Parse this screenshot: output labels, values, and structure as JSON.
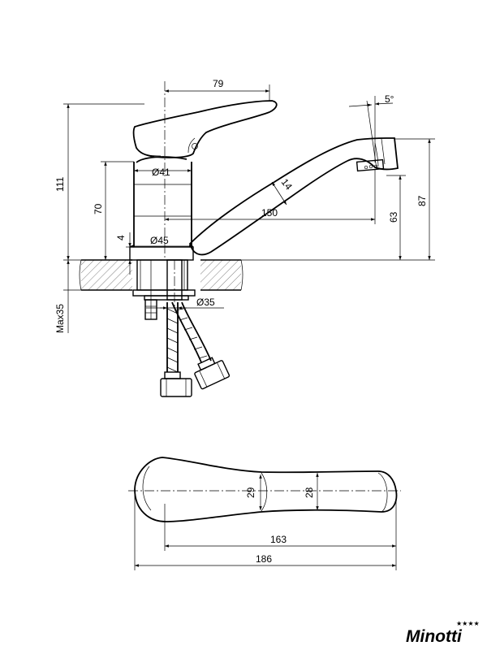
{
  "side_view": {
    "dims": {
      "d79": "79",
      "d5deg": "5°",
      "d111": "111",
      "d70": "70",
      "d41": "Ø41",
      "d14": "14",
      "d150": "150",
      "d63": "63",
      "d87": "87",
      "d4": "4",
      "d45": "Ø45",
      "d35": "Ø35",
      "dmax35": "Max35"
    }
  },
  "top_view": {
    "dims": {
      "d29": "29",
      "d28": "28",
      "d163": "163",
      "d186": "186"
    }
  },
  "brand": {
    "name": "Minotti",
    "stars": "★★★★"
  }
}
